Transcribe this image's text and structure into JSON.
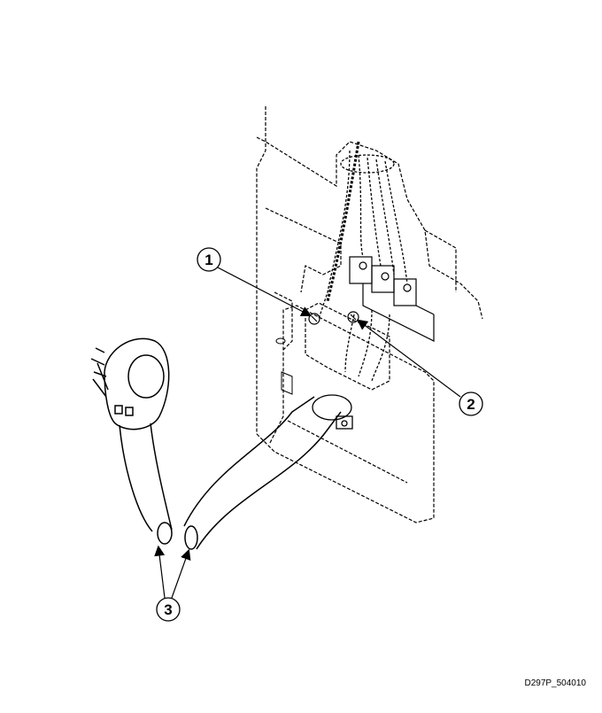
{
  "callouts": [
    {
      "id": "1",
      "label": "1"
    },
    {
      "id": "2",
      "label": "2"
    },
    {
      "id": "3",
      "label": "3"
    }
  ],
  "figure_code": "D297P_504010",
  "colors": {
    "line": "#000000",
    "background": "#ffffff"
  }
}
